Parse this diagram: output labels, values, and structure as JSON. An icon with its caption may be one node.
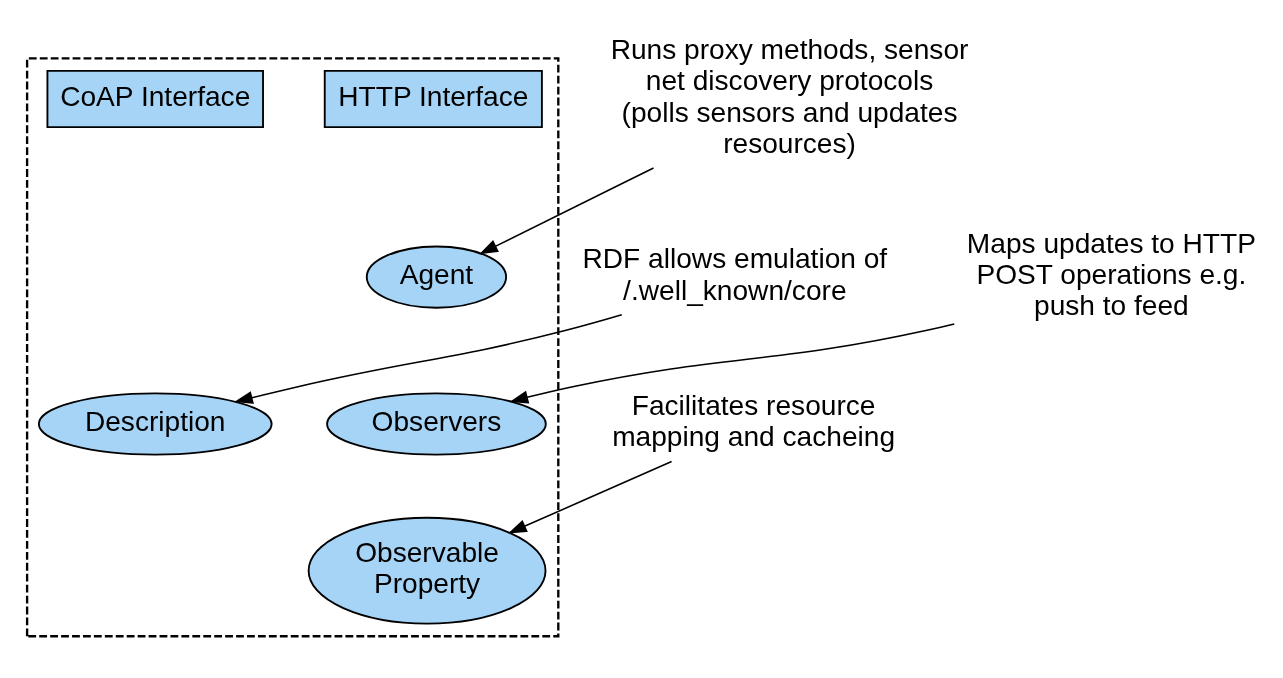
{
  "diagram": {
    "nodes": [
      {
        "text": [],
        "shape": "box"
      },
      {
        "text": [
          "HTTP Interface"
        ],
        "in": 0
      },
      {
        "text": [
          "CoAP Interface"
        ],
        "in": 0
      },
      {
        "text": [
          "Runs proxy methods, sensor net discovery protocols (polls sensors and updates resources)"
        ]
      },
      {
        "text": [
          "Agent"
        ],
        "in": 0
      },
      {
        "text": [
          "RDF allows emulation of /.well_known/core"
        ]
      },
      {
        "text": [
          "Description"
        ],
        "in": 0
      },
      {
        "text": [
          "Observers"
        ],
        "in": 0
      },
      {
        "text": [
          "Maps updates to HTTP POST operations e.g. push to feed"
        ]
      },
      {
        "text": [
          "Observable Property"
        ],
        "in": 0
      },
      {
        "text": [
          "Facilitates resource mapping and cacheing"
        ]
      }
    ],
    "edges": [
      {
        "from": 3,
        "to": 4,
        "arrow": "to"
      },
      {
        "from": 5,
        "to": 6,
        "arrow": "to"
      },
      {
        "from": 8,
        "to": 7,
        "arrow": "to"
      },
      {
        "from": 10,
        "to": 9,
        "arrow": "to"
      }
    ]
  }
}
